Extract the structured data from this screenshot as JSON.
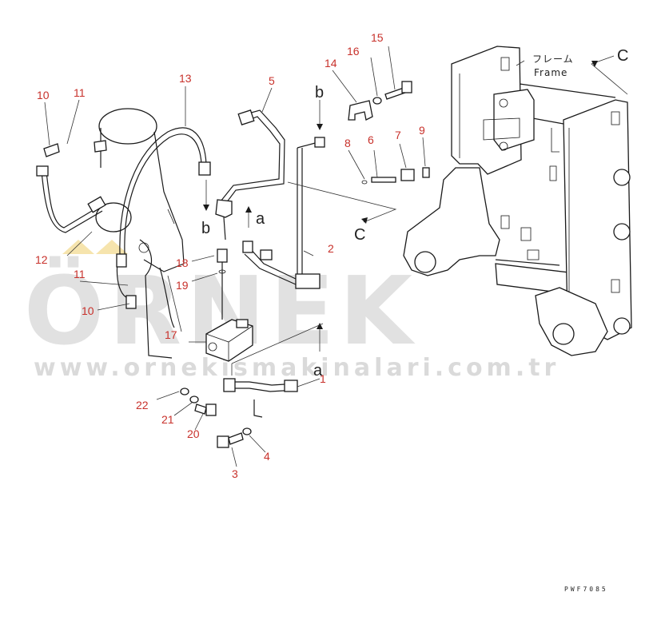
{
  "diagram": {
    "callouts": {
      "c1": "1",
      "c2": "2",
      "c3": "3",
      "c4": "4",
      "c5": "5",
      "c6": "6",
      "c7": "7",
      "c8": "8",
      "c9": "9",
      "c10a": "10",
      "c10b": "10",
      "c11a": "11",
      "c11b": "11",
      "c12": "12",
      "c13": "13",
      "c14": "14",
      "c15": "15",
      "c16": "16",
      "c17": "17",
      "c18": "18",
      "c19": "19",
      "c20": "20",
      "c21": "21",
      "c22": "22"
    },
    "connection_letters": {
      "a1": "a",
      "a2": "a",
      "b1": "b",
      "b2": "b",
      "C1": "C",
      "C2": "C"
    },
    "frame_label_jp": "フレーム",
    "frame_label_en": "Frame",
    "ref_code": "PWF7085"
  },
  "watermark": {
    "brand": "ÖRNEK",
    "url": "www.ornekismakinalari.com.tr"
  },
  "colors": {
    "callout": "#c8312b",
    "line": "#1a1a1a",
    "watermark": "#c9c9c9",
    "watermark_accent": "#f2d98a"
  }
}
